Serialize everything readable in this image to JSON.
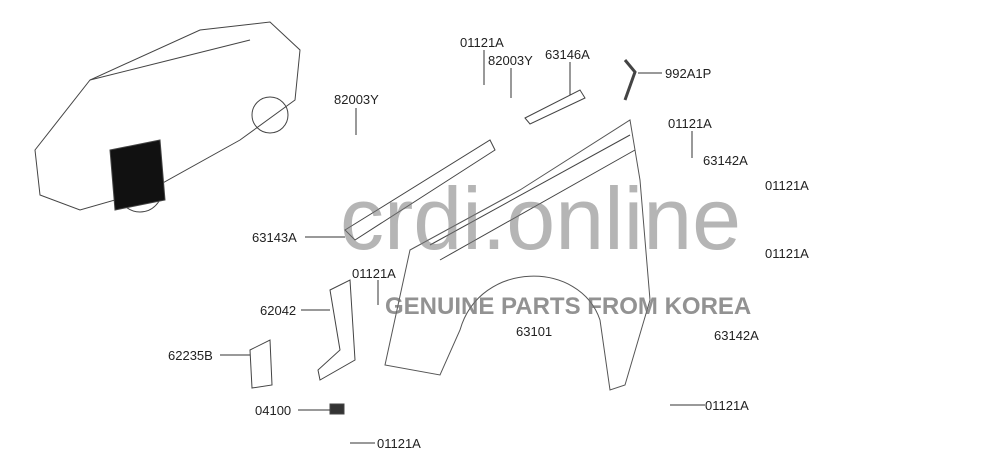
{
  "watermark": {
    "site": "crdi.online",
    "tagline": "GENUINE PARTS FROM KOREA"
  },
  "callouts": [
    {
      "id": "c1",
      "code": "01121A"
    },
    {
      "id": "c2",
      "code": "82003Y"
    },
    {
      "id": "c3",
      "code": "63146A"
    },
    {
      "id": "c4",
      "code": "992A1P"
    },
    {
      "id": "c5",
      "code": "82003Y"
    },
    {
      "id": "c6",
      "code": "01121A"
    },
    {
      "id": "c7",
      "code": "63142A"
    },
    {
      "id": "c8",
      "code": "01121A"
    },
    {
      "id": "c9",
      "code": "63143A"
    },
    {
      "id": "c10",
      "code": "01121A"
    },
    {
      "id": "c11",
      "code": "01121A"
    },
    {
      "id": "c12",
      "code": "62042"
    },
    {
      "id": "c13",
      "code": "63101"
    },
    {
      "id": "c14",
      "code": "63142A"
    },
    {
      "id": "c15",
      "code": "62235B"
    },
    {
      "id": "c16",
      "code": "04100"
    },
    {
      "id": "c17",
      "code": "01121A"
    },
    {
      "id": "c18",
      "code": "01121A"
    }
  ]
}
